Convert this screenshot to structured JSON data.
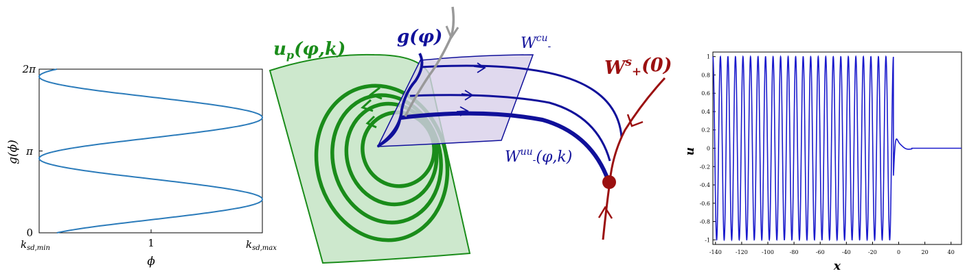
{
  "left_plot": {
    "ylabel": "g(ϕ)",
    "xlabel": "ϕ",
    "yticks": [
      "0",
      "π",
      "2π"
    ],
    "xticks": {
      "left_main": "k",
      "left_sub": "sd,min",
      "mid": "1",
      "right_main": "k",
      "right_sub": "sd,max"
    },
    "color": "#2b7bba"
  },
  "diagram": {
    "label_up_main": "u",
    "label_up_sub": "p",
    "label_up_args": "(φ,k)",
    "label_g": "g(φ)",
    "label_wcu_main": "W",
    "label_wcu_sup": "cu",
    "label_wcu_sub": "-",
    "label_wuu_main": "W",
    "label_wuu_sup": "uu",
    "label_wuu_sub": "-",
    "label_wuu_args": "(φ,k)",
    "label_ws_main": "W",
    "label_ws_sup": "s",
    "label_ws_sub": "+",
    "label_ws_args": "(0)",
    "colors": {
      "green": "#1a8c1a",
      "green_fill": "#cde8cd",
      "blue": "#10109a",
      "purple_fill": "#d8d0ea",
      "red": "#9b1010",
      "gray": "#999999"
    }
  },
  "right_plot": {
    "ylabel": "u",
    "xlabel": "x",
    "yticks": [
      "-1",
      "-0.8",
      "-0.6",
      "-0.4",
      "-0.2",
      "0",
      "0.2",
      "0.4",
      "0.6",
      "0.8",
      "1"
    ],
    "xticks": [
      "-140",
      "-120",
      "-100",
      "-80",
      "-60",
      "-40",
      "-20",
      "0",
      "20",
      "40"
    ],
    "color": "#1a1acc"
  },
  "chart_data": [
    {
      "type": "line",
      "title": "",
      "xlabel": "ϕ",
      "ylabel": "g(ϕ)",
      "curve": "g(ϕ) sinusoid oscillating in ϕ between k_sd,min and k_sd,max over g in [0, 2π]",
      "ylim": [
        0,
        6.2832
      ],
      "x_ticks": [
        "k_sd,min",
        "1",
        "k_sd,max"
      ],
      "y_ticks": [
        "0",
        "π",
        "2π"
      ]
    },
    {
      "type": "line",
      "title": "",
      "xlabel": "x",
      "ylabel": "u",
      "xlim": [
        -142,
        48
      ],
      "ylim": [
        -1.05,
        1.05
      ],
      "amplitude": 1,
      "oscillation_start_x": -142,
      "front_x": -4,
      "decay_end_x": 10,
      "tail_value": 0
    }
  ]
}
